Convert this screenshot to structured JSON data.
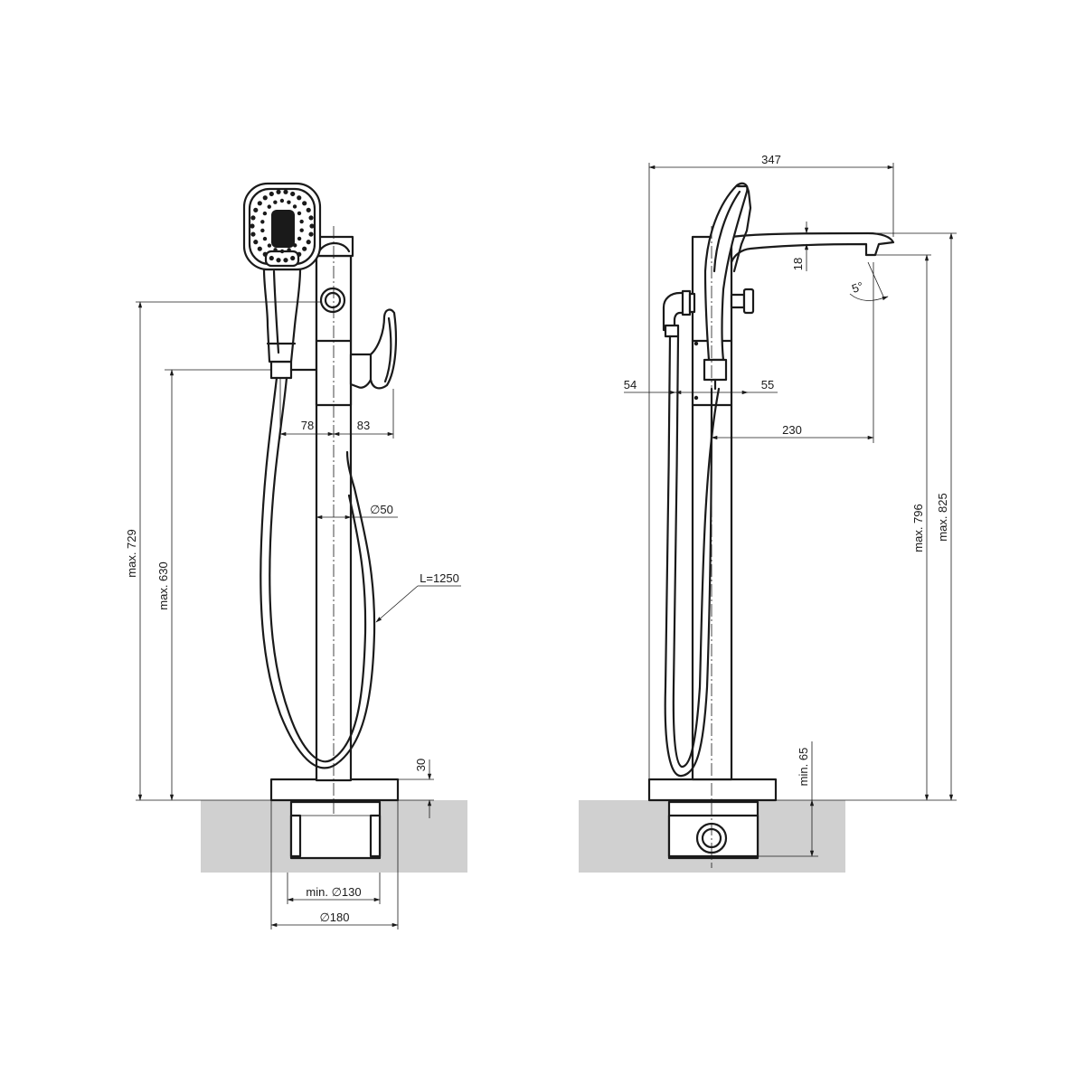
{
  "colors": {
    "line": "#1a1a1a",
    "floor": "#d0d0d0",
    "background": "#ffffff"
  },
  "front_view": {
    "dim_max_729": "max. 729",
    "dim_max_630": "max. 630",
    "dim_78": "78",
    "dim_83": "83",
    "dim_d50": "∅50",
    "dim_hose": "L=1250",
    "dim_30": "30",
    "dim_min_d130": "min. ∅130",
    "dim_d180": "∅180"
  },
  "side_view": {
    "dim_347": "347",
    "dim_18": "18",
    "dim_5deg": "5°",
    "dim_54": "54",
    "dim_55": "55",
    "dim_230": "230",
    "dim_max_796": "max. 796",
    "dim_max_825": "max. 825",
    "dim_min_65": "min. 65"
  }
}
